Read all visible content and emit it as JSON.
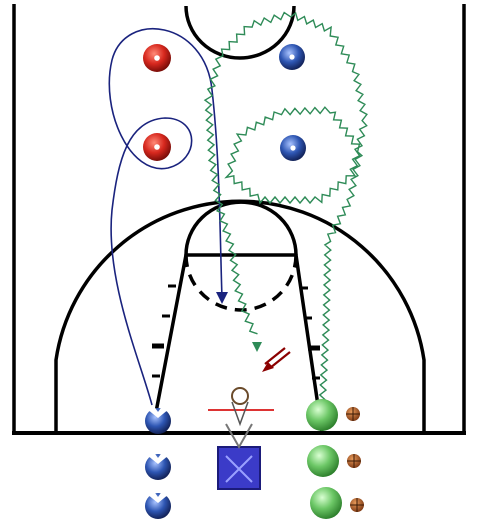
{
  "diagram": {
    "kind": "basketball-half-court-drill",
    "court": {
      "line_color": "#000000",
      "background": "#ffffff",
      "elements": [
        "baseline",
        "sidelines",
        "top-circle",
        "key-lane",
        "free-throw-circle",
        "three-point-arc",
        "block-marks"
      ]
    },
    "colors": {
      "red_player": "#d7281e",
      "blue_player": "#2e56b3",
      "green_player": "#3fae3f",
      "navy_path": "#1a237e",
      "dribble_path": "#2e8b57",
      "screen_arrow": "#8b0000",
      "ball": "#b5561b",
      "coach_box": "#3b3bc8"
    },
    "players": [
      {
        "id": "red-top",
        "team": "red"
      },
      {
        "id": "red-mid",
        "team": "red"
      },
      {
        "id": "blue-top",
        "team": "blue"
      },
      {
        "id": "blue-mid",
        "team": "blue"
      }
    ],
    "lines": [
      {
        "id": "blue-1",
        "team": "blue"
      },
      {
        "id": "blue-2",
        "team": "blue"
      },
      {
        "id": "blue-3",
        "team": "blue"
      },
      {
        "id": "green-1",
        "team": "green",
        "has_ball": true
      },
      {
        "id": "green-2",
        "team": "green",
        "has_ball": true
      },
      {
        "id": "green-3",
        "team": "green",
        "has_ball": true
      }
    ],
    "paths": [
      {
        "id": "cut-path",
        "style": "solid-curve",
        "color_key": "navy_path"
      },
      {
        "id": "dribble-path",
        "style": "zigzag",
        "color_key": "dribble_path"
      },
      {
        "id": "screen-arrow",
        "style": "double-line-arrow",
        "color_key": "screen_arrow"
      }
    ],
    "coach": {
      "icon": "coach-figure",
      "box_color_key": "coach_box"
    }
  }
}
